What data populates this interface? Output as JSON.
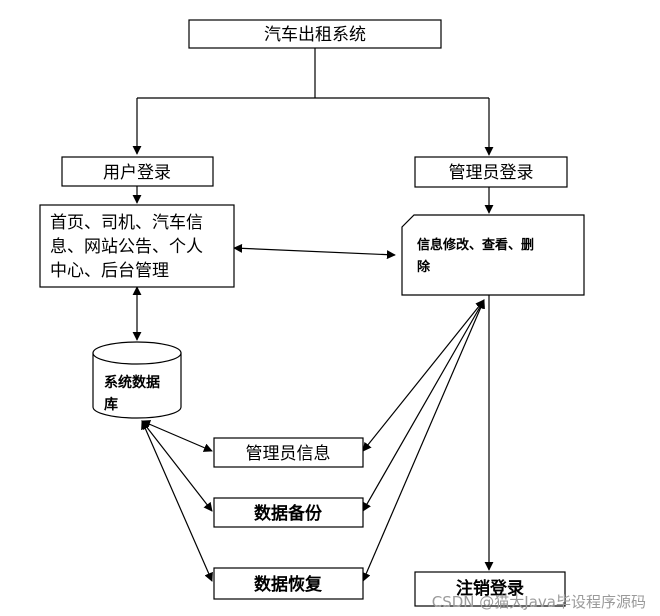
{
  "nodes": {
    "system": "汽车出租系统",
    "user_login": "用户登录",
    "admin_login": "管理员登录",
    "user_functions": [
      "首页、司机、汽车信",
      "息、网站公告、个人",
      "中心、后台管理"
    ],
    "admin_functions": [
      "信息修改、查看、删",
      "除"
    ],
    "database": [
      "系统数据",
      "库"
    ],
    "admin_info": "管理员信息",
    "data_backup": "数据备份",
    "data_restore": "数据恢复",
    "logout": "注销登录"
  },
  "watermark": "CSDN @猫大Java毕设程序源码"
}
